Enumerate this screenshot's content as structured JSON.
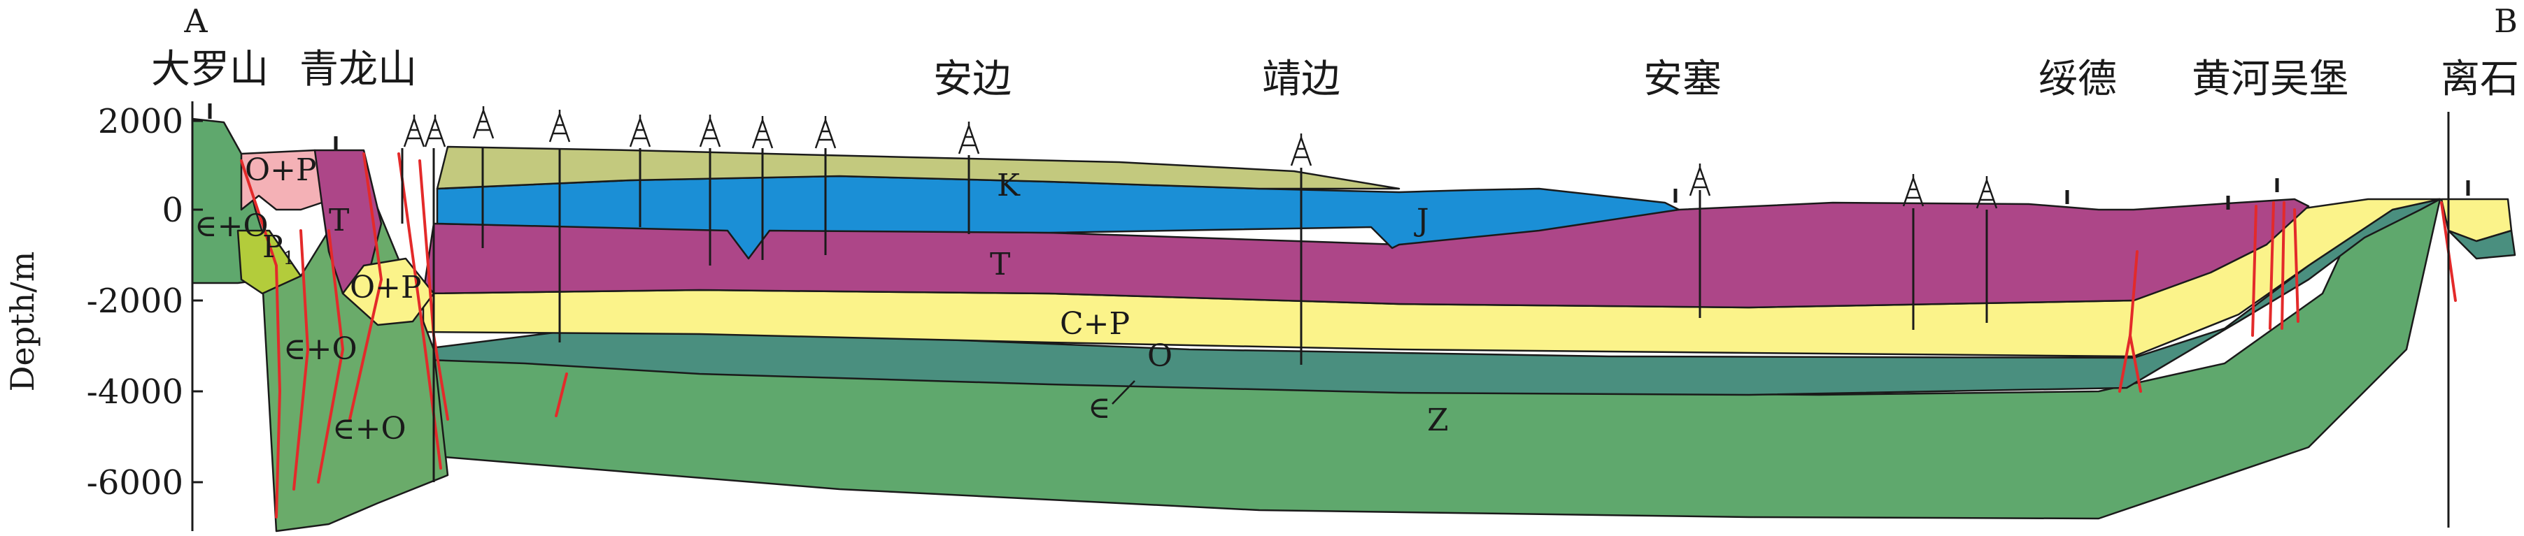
{
  "section": {
    "endpoint_left": "A",
    "endpoint_right": "B",
    "y_axis": {
      "label": "Depth/m",
      "ticks": [
        "2000",
        "0",
        "-2000",
        "-4000",
        "-6000"
      ]
    },
    "places": [
      "大罗山",
      "青龙山",
      "安边",
      "靖边",
      "安塞",
      "绥德",
      "黄河吴堡",
      "离石"
    ],
    "strata_labels": {
      "K": "K",
      "T": "T",
      "J": "J",
      "CP": "C+P",
      "O": "O",
      "Z": "Z",
      "OP_upper": "O+P",
      "OP_lower": "O+P",
      "T_west": "T",
      "P1": "P",
      "P1_sub": "1",
      "EO_west": "∈+O",
      "EO_mid": "∈+O",
      "EO_low": "∈+O",
      "cambrian": "∈"
    }
  },
  "colors": {
    "K": "#c3c97e",
    "T_blue": "#1b8fd6",
    "T_purple": "#ad4688",
    "CP": "#fbf38a",
    "O": "#4a8f7f",
    "Z": "#5fa86d",
    "thrust_green": "#6aab6a",
    "lime": "#b3cc3b",
    "pink": "#f4b1b6",
    "fault": "#e32a2a",
    "line": "#1a1a1a"
  },
  "icons": [
    "drill-rig-icon"
  ]
}
